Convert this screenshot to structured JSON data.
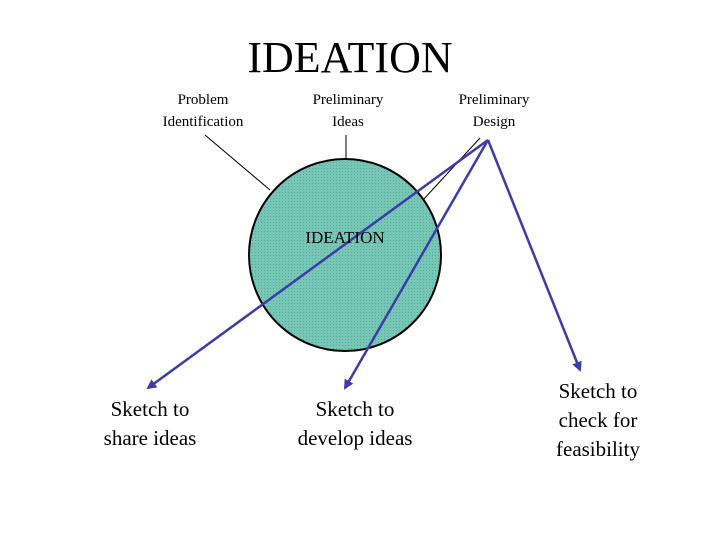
{
  "title": "IDEATION",
  "stages": {
    "problem": "Problem\nIdentification",
    "ideas": "Preliminary\nIdeas",
    "design": "Preliminary\nDesign"
  },
  "circle_label": "IDEATION",
  "outcomes": {
    "share": "Sketch to\nshare ideas",
    "develop": "Sketch to\ndevelop ideas",
    "feasibility": "Sketch to\ncheck for\nfeasibility"
  },
  "colors": {
    "circle_fill": "#77c7b7",
    "arrow": "#3c3ca8",
    "line": "#000000"
  }
}
